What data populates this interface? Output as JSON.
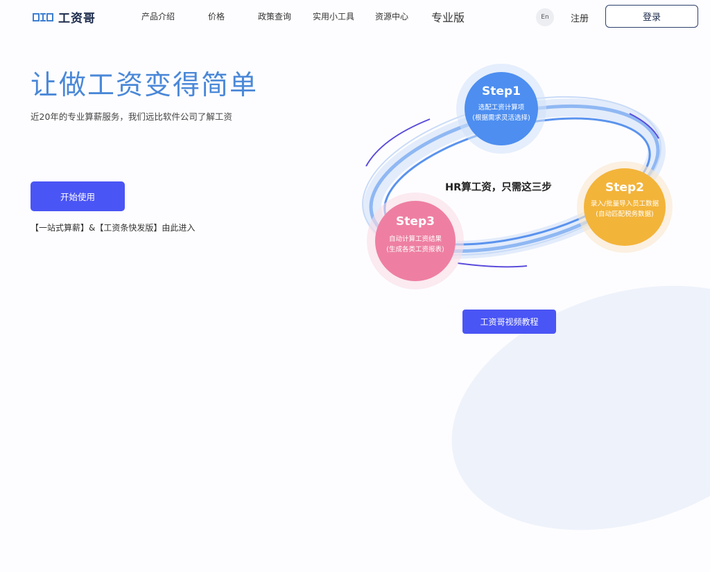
{
  "header": {
    "logo_text": "工资哥",
    "nav": [
      {
        "label": "产品介绍"
      },
      {
        "label": "价格"
      },
      {
        "label": "政策查询"
      },
      {
        "label": "实用小工具"
      },
      {
        "label": "资源中心"
      },
      {
        "label": "专业版"
      }
    ],
    "lang": "En",
    "register": "注册",
    "login": "登录"
  },
  "hero": {
    "title": "让做工资变得简单",
    "subtitle": "近20年的专业算薪服务，我们远比软件公司了解工资",
    "cta": "开始使用",
    "entry_note": "【一站式算薪】&【工资条快发版】由此进入"
  },
  "diagram": {
    "center": "HR算工资，只需这三步",
    "steps": [
      {
        "title": "Step1",
        "line1": "选配工资计算项",
        "line2": "(根据需求灵活选择)"
      },
      {
        "title": "Step2",
        "line1": "录入/批量导入员工数据",
        "line2": "(自动匹配税务数据)"
      },
      {
        "title": "Step3",
        "line1": "自动计算工资结果",
        "line2": "(生成各类工资报表)"
      }
    ],
    "video_button": "工资哥视频教程"
  },
  "colors": {
    "title_blue": "#4a88d8",
    "button_blue": "#4a55f5",
    "step1": "#4d8ef0",
    "step2": "#f3b43a",
    "step3": "#ee7fa2"
  }
}
